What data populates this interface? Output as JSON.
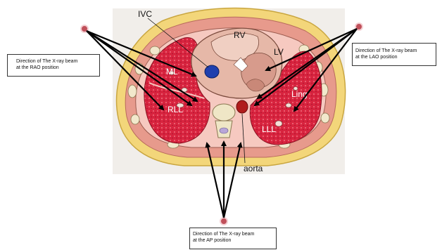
{
  "labels": {
    "ivc": "IVC",
    "rv": "RV",
    "lv": "LV",
    "ml": "ML",
    "rll": "RLL",
    "lll": "LLL",
    "ling": "Ling",
    "aorta": "aorta"
  },
  "boxes": {
    "rao": {
      "line1": "Direction of The X-ray beam",
      "line2": "at the RAO position"
    },
    "lao": {
      "line1": "Direction of The X-ray beam",
      "line2": "at the LAO position"
    },
    "ap": {
      "line1": "Direction of The X-ray beam",
      "line2": "at the AP position"
    }
  },
  "colors": {
    "source_dot": "#c0505a",
    "lung": "#d8243f",
    "heart": "#e6b8a8",
    "fat": "#f3d67a",
    "muscle": "#e79a8c",
    "ivc": "#1f3fae",
    "aorta": "#b01c1c",
    "arrow": "#000000"
  }
}
